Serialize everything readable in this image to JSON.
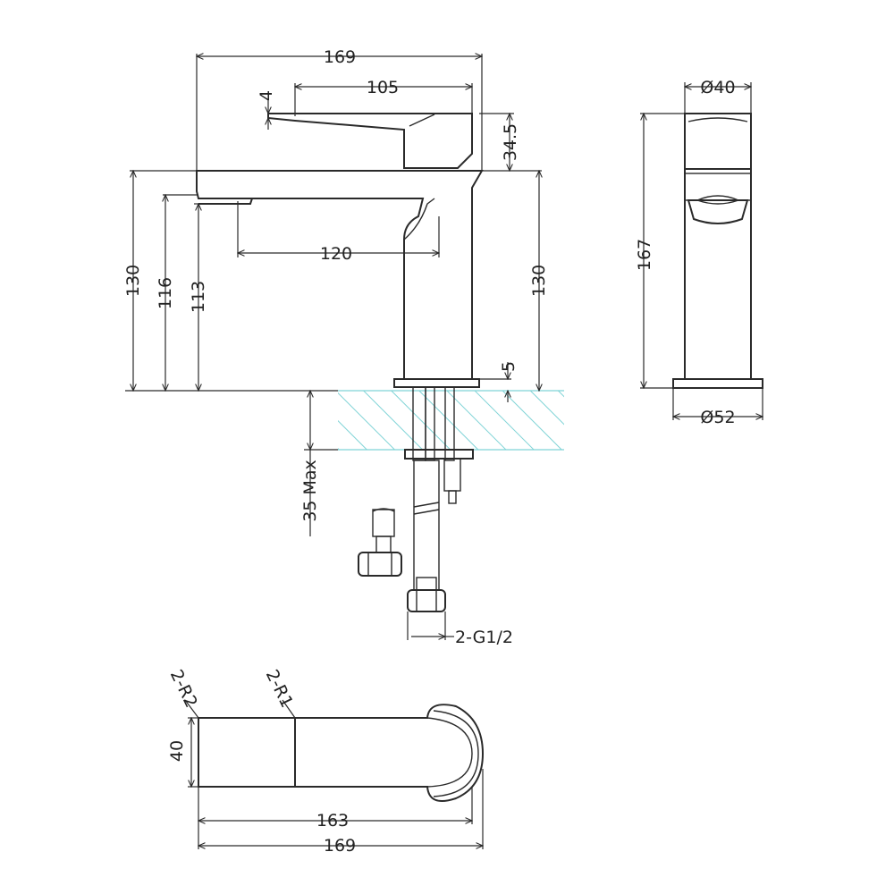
{
  "dimensions": {
    "front_width": "169",
    "lever_length": "105",
    "lever_thickness": "4",
    "lever_height": "34.5",
    "spout_reach": "120",
    "overall_height_left": "130",
    "spout_top_height": "116",
    "spout_outlet_height": "113",
    "overall_height_right": "130",
    "base_plate": "5",
    "deck_thickness": "35 Max",
    "connection": "2-G1/2",
    "side_top_diameter": "Ø40",
    "side_height": "167",
    "side_base_diameter": "Ø52",
    "plan_radius_front": "2-R2",
    "plan_radius_mid": "2-R1",
    "plan_width": "40",
    "plan_spout_length": "163",
    "plan_total_length": "169"
  },
  "colors": {
    "line": "#2a2a2a",
    "hatch": "#7fd3d6"
  }
}
